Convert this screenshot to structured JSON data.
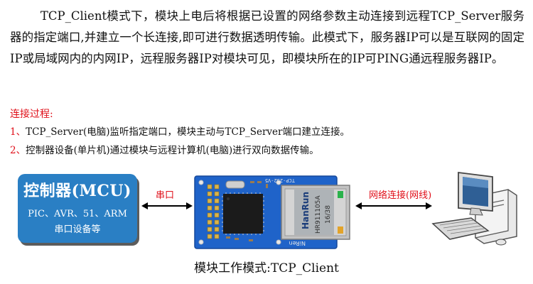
{
  "intro": {
    "paragraph": "TCP_Client模式下，模块上电后将根据已设置的网络参数主动连接到远程TCP_Server服务器的指定端口,并建立一个长连接,即可进行数据透明传输。此模式下，服务器IP可以是互联网的固定IP或局域网内的内网IP，远程服务器IP对模块可见，即模块所在的IP可PING通远程服务器IP。"
  },
  "process": {
    "title": "连接过程:",
    "steps": [
      {
        "num": "1、",
        "text": "TCP_Server(电脑)监听指定端口，模块主动与TCP_Server端口建立连接。"
      },
      {
        "num": "2、",
        "text": "控制器设备(单片机)通过模块与远程计算机(电脑)进行双向数据传输。"
      }
    ]
  },
  "diagram": {
    "mcu": {
      "title": "控制器(MCU)",
      "line1": "PIC、AVR、51、ARM",
      "line2": "串口设备等"
    },
    "serial_label": "串口",
    "network_label": "网络连接(网线)",
    "module_chip_text": "HanRun",
    "module_part_text": "HR911105A",
    "module_date_text": "16/38",
    "module_board_text": "TCP-232-V5",
    "module_brand_text": "NiRen",
    "caption": "模块工作模式:TCP_Client"
  },
  "colors": {
    "accent_red": "#e0101a",
    "mcu_blue": "#2a7fc4",
    "pcb_blue": "#1f63c9"
  }
}
